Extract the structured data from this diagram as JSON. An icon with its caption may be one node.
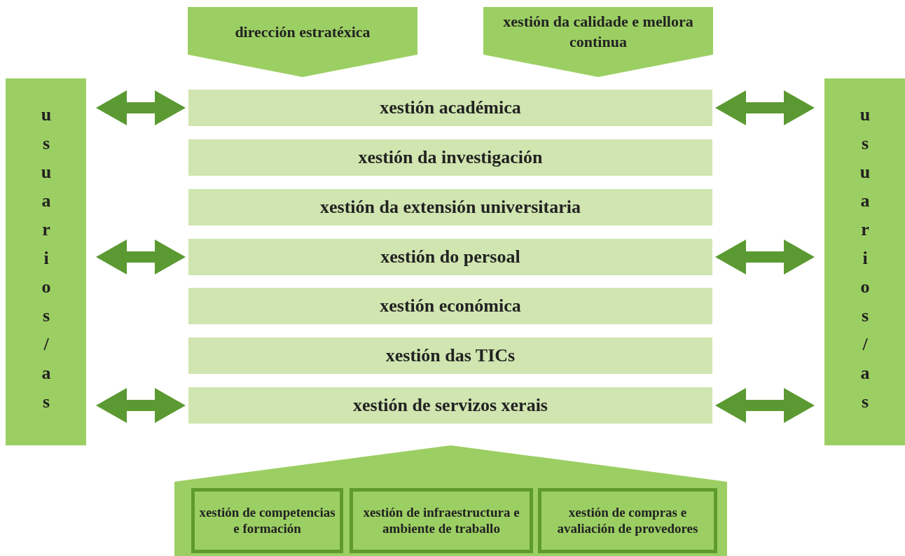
{
  "diagram": {
    "nodes": [
      {
        "text": [
          "dirección estratéxica"
        ]
      },
      {
        "text": [
          "xestión da calidade e mellora continua"
        ]
      },
      {
        "text": [
          "usuarios/as"
        ]
      },
      {
        "text": [
          "xestión académica"
        ]
      },
      {
        "text": [
          "xestión da investigación"
        ]
      },
      {
        "text": [
          "xestión da extensión universitaria"
        ]
      },
      {
        "text": [
          "xestión do persoal"
        ]
      },
      {
        "text": [
          "xestión económica"
        ]
      },
      {
        "text": [
          "xestión das TICs"
        ]
      },
      {
        "text": [
          "xestión de servizos xerais"
        ]
      },
      {
        "text": [
          "usuarios/as"
        ]
      },
      {
        "text": [],
        "shape": "pentagon"
      },
      {
        "text": [
          "xestión de competencias e formación"
        ],
        "in": 11
      },
      {
        "text": [
          "xestión de infraestructura e ambiente de traballo"
        ],
        "in": 11
      },
      {
        "text": [
          "xestión de compras e avaliación de provedores"
        ],
        "in": 11
      }
    ],
    "edges": [
      {
        "from": 2,
        "to": 3,
        "arrow": "both"
      },
      {
        "from": 2,
        "to": 6,
        "arrow": "both"
      },
      {
        "from": 2,
        "to": 9,
        "arrow": "both"
      },
      {
        "from": 10,
        "to": 3,
        "arrow": "both"
      },
      {
        "from": 10,
        "to": 6,
        "arrow": "both"
      },
      {
        "from": 10,
        "to": 9,
        "arrow": "both"
      }
    ]
  }
}
